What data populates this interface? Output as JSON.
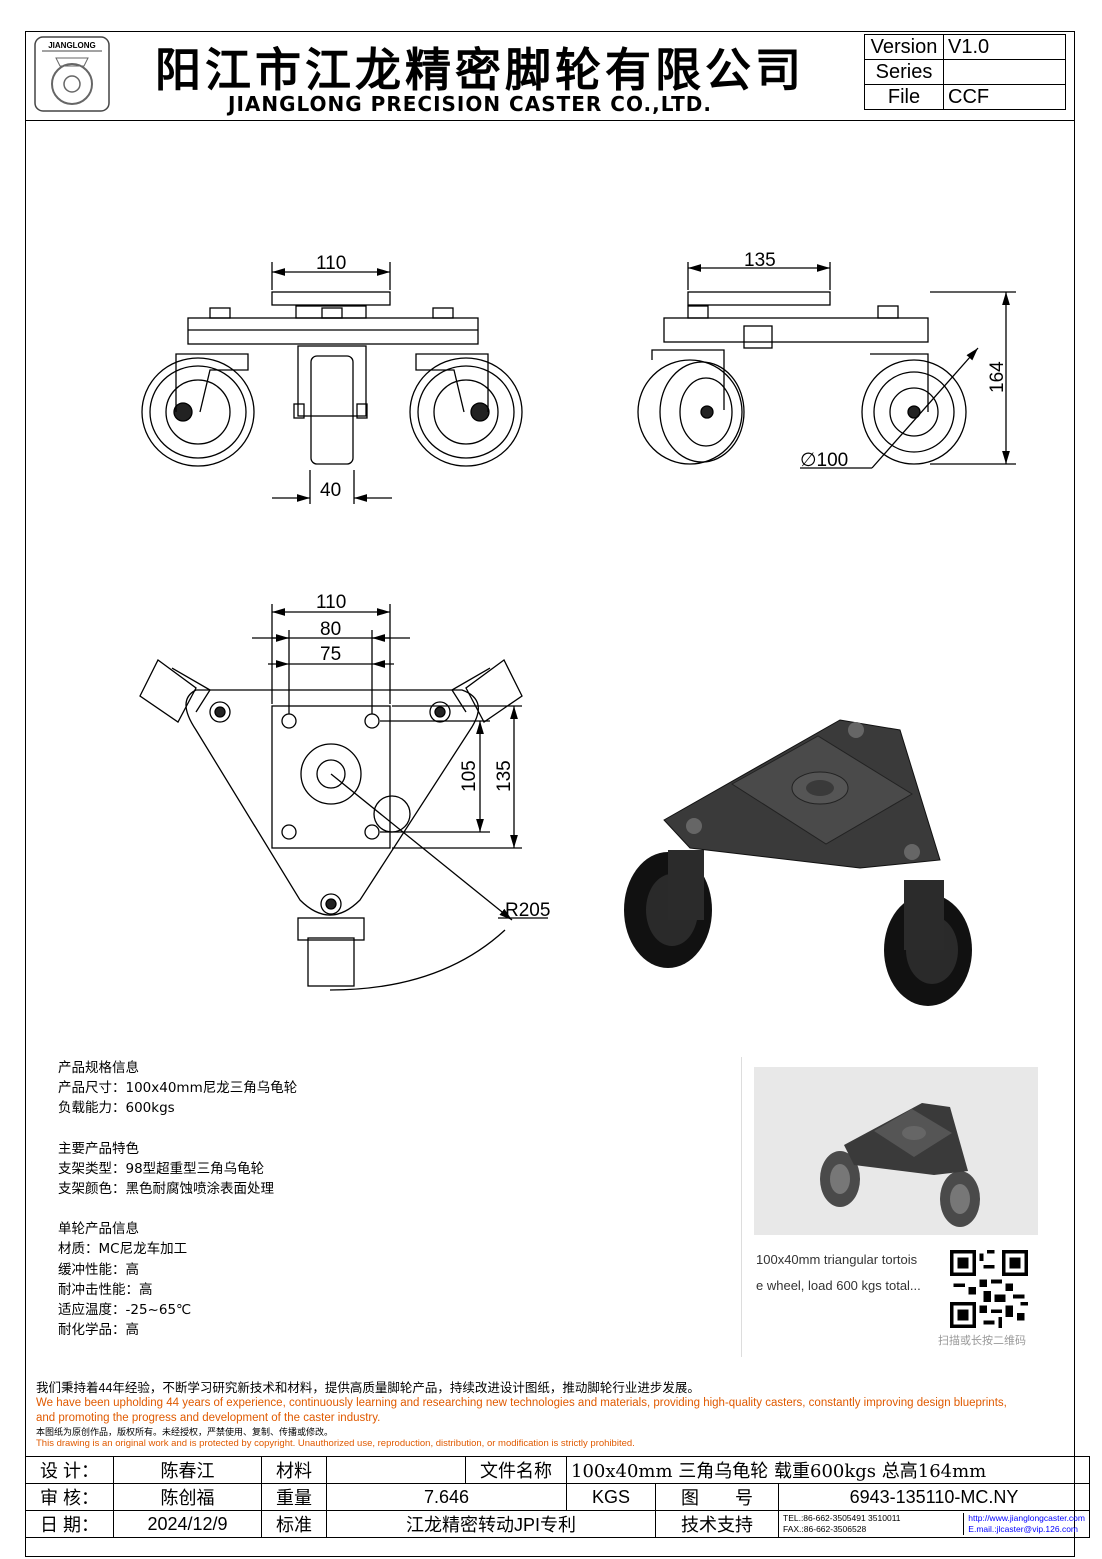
{
  "header": {
    "company_cn": "阳江市江龙精密脚轮有限公司",
    "company_en": "JIANGLONG PRECISION CASTER CO.,LTD.",
    "logo_text": "JIANGLONG",
    "version_label": "Version",
    "version_value": "V1.0",
    "series_label": "Series",
    "series_value": "",
    "file_label": "File",
    "file_value": "CCF"
  },
  "dimensions": {
    "front_width": "110",
    "front_wheel_width": "40",
    "side_width": "135",
    "side_height": "164",
    "wheel_diameter": "∅100",
    "top_110": "110",
    "top_80": "80",
    "top_75": "75",
    "top_105": "105",
    "top_135": "135",
    "radius": "R205"
  },
  "specs": {
    "l1": "产品规格信息",
    "l2": "产品尺寸：100x40mm尼龙三角乌龟轮",
    "l3": "负载能力：600kgs",
    "l4": "主要产品特色",
    "l5": "支架类型：98型超重型三角乌龟轮",
    "l6": "支架颜色：黑色耐腐蚀喷涂表面处理",
    "l7": "单轮产品信息",
    "l8": "材质：MC尼龙车加工",
    "l9": "缓冲性能：高",
    "l10": "耐冲击性能：高",
    "l11": "适应温度：-25~65℃",
    "l12": "耐化学品：高"
  },
  "card": {
    "caption_1": "100x40mm triangular tortois",
    "caption_2": "e wheel, load 600 kgs total...",
    "qr_caption": "扫描或长按二维码"
  },
  "mission": {
    "cn": "我们秉持着44年经验，不断学习研究新技术和材料，提供高质量脚轮产品，持续改进设计图纸，推动脚轮行业进步发展。",
    "en1": "We have been upholding 44 years of experience, continuously learning and researching new technologies and materials, providing high-quality casters, constantly improving design blueprints,",
    "en2": "and promoting the progress and development of the caster industry.",
    "copyright_cn": "本图纸为原创作品，版权所有。未经授权，严禁使用、复制、传播或修改。",
    "copyright_en": "This drawing is an original work and is protected by copyright. Unauthorized use, reproduction, distribution, or modification is strictly prohibited."
  },
  "title_block": {
    "design_label": "设 计：",
    "design_value": "陈春江",
    "material_label": "材料",
    "material_value": "",
    "filename_label": "文件名称",
    "filename_value": "100x40mm 三角乌龟轮 载重600kgs 总高164mm",
    "review_label": "审 核：",
    "review_value": "陈创福",
    "weight_label": "重量",
    "weight_value": "7.646",
    "weight_unit": "KGS",
    "drawing_no_label": "图　　号",
    "drawing_no_value": "6943-135110-MC.NY",
    "date_label": "日 期：",
    "date_value": "2024/12/9",
    "standard_label": "标准",
    "standard_value": "江龙精密转动JPI专利",
    "support_label": "技术支持",
    "tel": "TEL.:86-662-3505491 3510011",
    "fax": "FAX.:86-662-3506528",
    "website": "http://www.jianglongcaster.com",
    "email": "E.mail.:jlcaster@vip.126.com"
  }
}
